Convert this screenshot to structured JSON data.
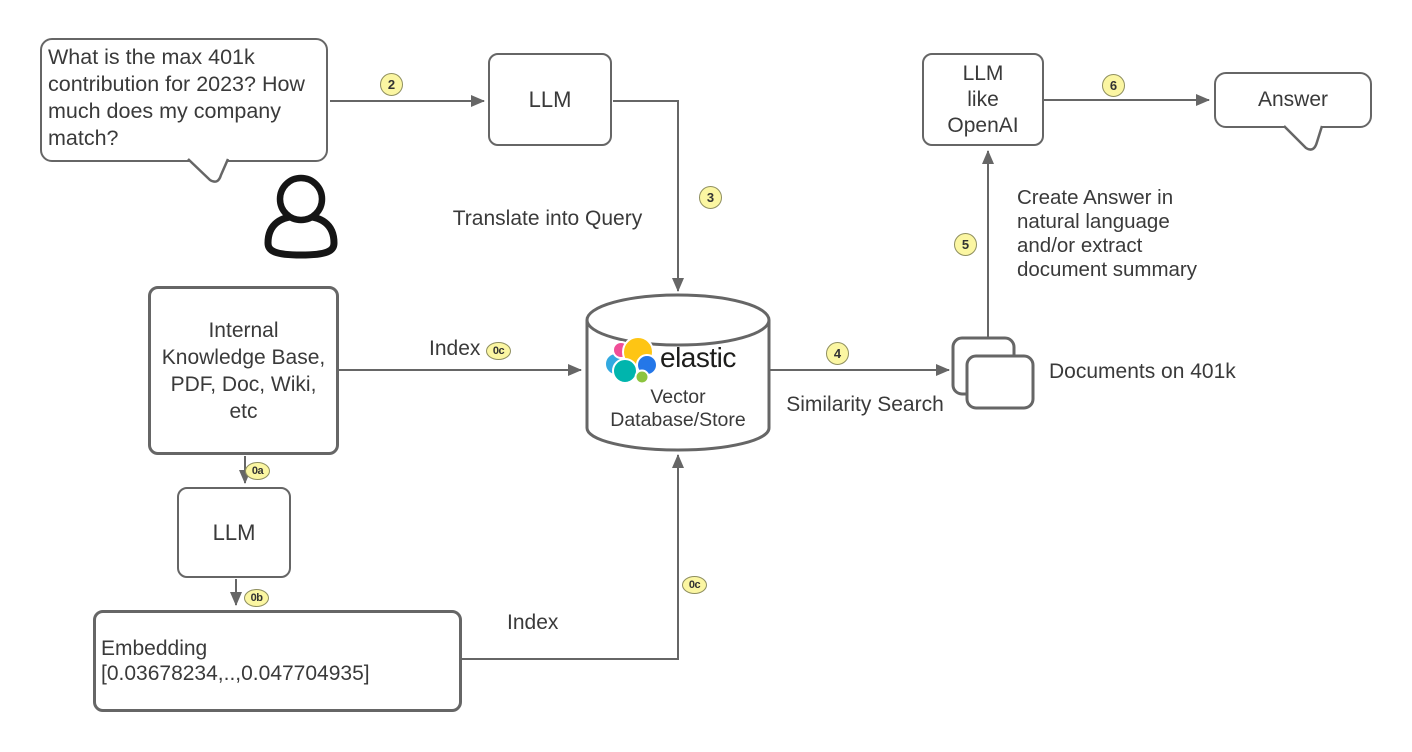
{
  "colors": {
    "stroke": "#666666",
    "text": "#3a3a3a",
    "badge_fill": "#FBF6A2",
    "badge_stroke": "#8F8F5F",
    "person_icon": "#151515",
    "elastic_wordmark": "#1d1d1b",
    "elastic_logo": {
      "pink": "#F04E98",
      "yellow": "#FEC514",
      "light_blue": "#32A9E0",
      "blue": "#2477E8",
      "teal": "#00B5AD",
      "green": "#8CC43F"
    }
  },
  "icons": {
    "person": "person-icon",
    "documents": "documents-icon",
    "database": "database-cylinder-icon",
    "elastic_logo": "elastic-logo-icon"
  },
  "question_bubble": {
    "lines": [
      "What is the max 401k",
      "contribution for 2023? How",
      "much does my company",
      "match?"
    ]
  },
  "llm_top": {
    "label": "LLM"
  },
  "llm_bottom": {
    "label": "LLM"
  },
  "llm_openai": {
    "lines": [
      "LLM",
      "like",
      "OpenAI"
    ]
  },
  "internal_kb": {
    "lines": [
      "Internal",
      "Knowledge Base,",
      "PDF, Doc, Wiki,",
      "etc"
    ]
  },
  "embedding": {
    "lines": [
      "Embedding",
      "[0.03678234,..,0.047704935]"
    ]
  },
  "database": {
    "brand": "elastic",
    "lines": [
      "Vector",
      "Database/Store"
    ]
  },
  "answer_bubble": {
    "label": "Answer"
  },
  "labels": {
    "translate": "Translate into Query",
    "index_top": "Index",
    "index_bottom": "Index",
    "similarity": "Similarity Search",
    "documents": "Documents on 401k"
  },
  "create_answer": {
    "lines": [
      "Create Answer in",
      "natural language",
      "and/or extract",
      "document summary"
    ]
  },
  "steps": {
    "s2": "2",
    "s3": "3",
    "s4": "4",
    "s5": "5",
    "s6": "6",
    "s0a": "0a",
    "s0b": "0b",
    "s0c": "0c"
  }
}
